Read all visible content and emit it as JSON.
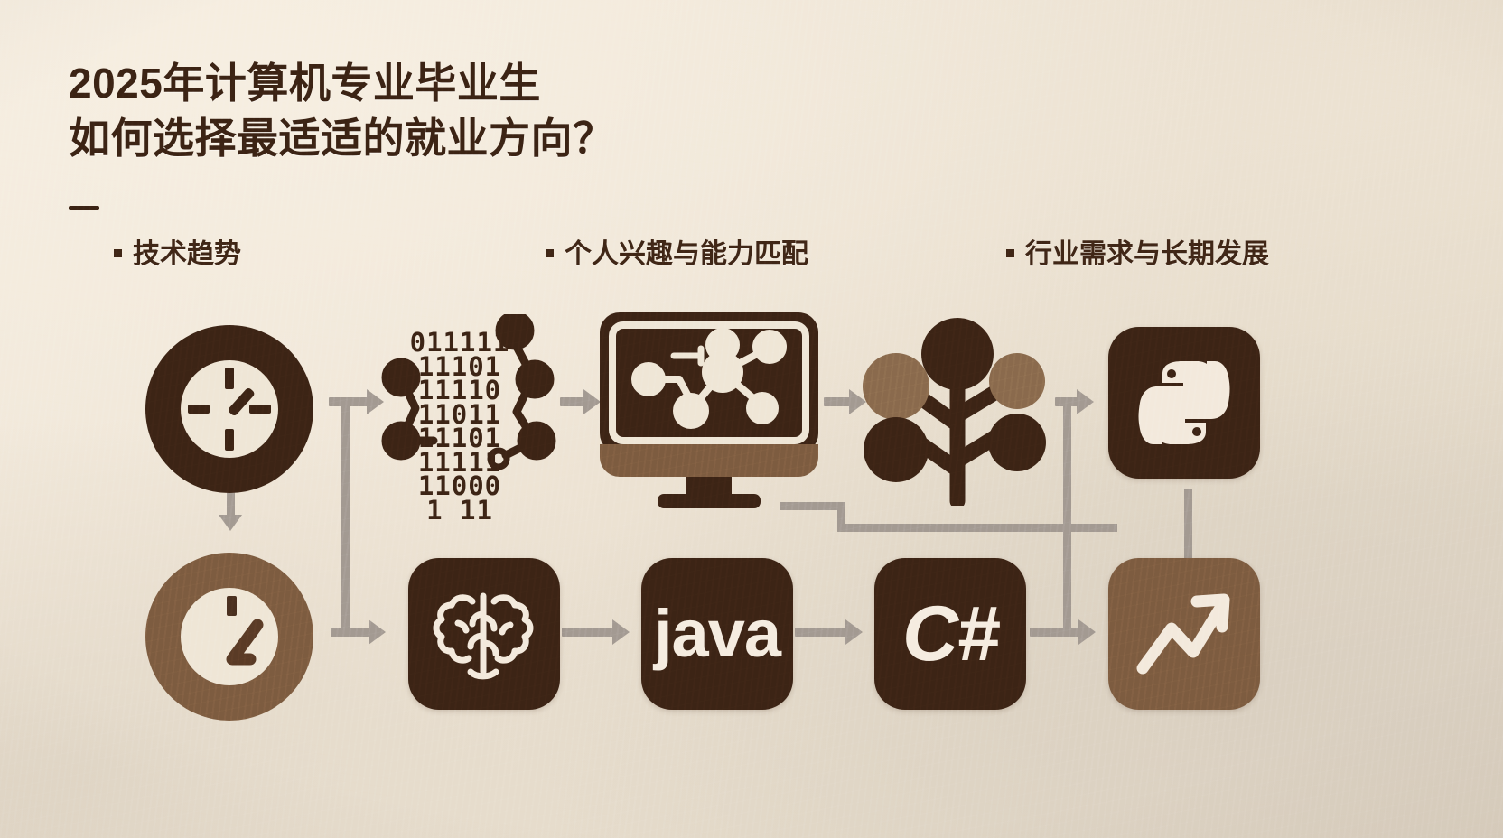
{
  "slide": {
    "title_line1": "2025年计算机专业毕业生",
    "title_line2": "如何选择最适适的就业方向？",
    "divider": "horizontal-rule",
    "accent_dark": "#3c2415",
    "accent_mid": "#7d5c40",
    "paper": "#efe5d6",
    "connector": "#a39a92"
  },
  "bullets": [
    {
      "marker": "▪",
      "label": "技术趋势"
    },
    {
      "marker": "▪",
      "label": "个人兴趣与能力匹配"
    },
    {
      "marker": "▪",
      "label": "行业需求与长期发展"
    }
  ],
  "diagram": {
    "binary_rows": [
      "011111",
      "11101",
      "11110",
      "11011",
      "11101",
      "11111",
      "11000",
      "1 11"
    ],
    "nodes_top": [
      {
        "name": "clock-dark",
        "label": ""
      },
      {
        "name": "binary-network",
        "label": ""
      },
      {
        "name": "monitor-network",
        "label": ""
      },
      {
        "name": "tree",
        "label": ""
      },
      {
        "name": "python",
        "label": ""
      }
    ],
    "nodes_bottom": [
      {
        "name": "clock-light",
        "label": ""
      },
      {
        "name": "brain",
        "label": ""
      },
      {
        "name": "java",
        "label": "java"
      },
      {
        "name": "csharp",
        "label": "C#"
      },
      {
        "name": "trending-up",
        "label": ""
      }
    ]
  }
}
